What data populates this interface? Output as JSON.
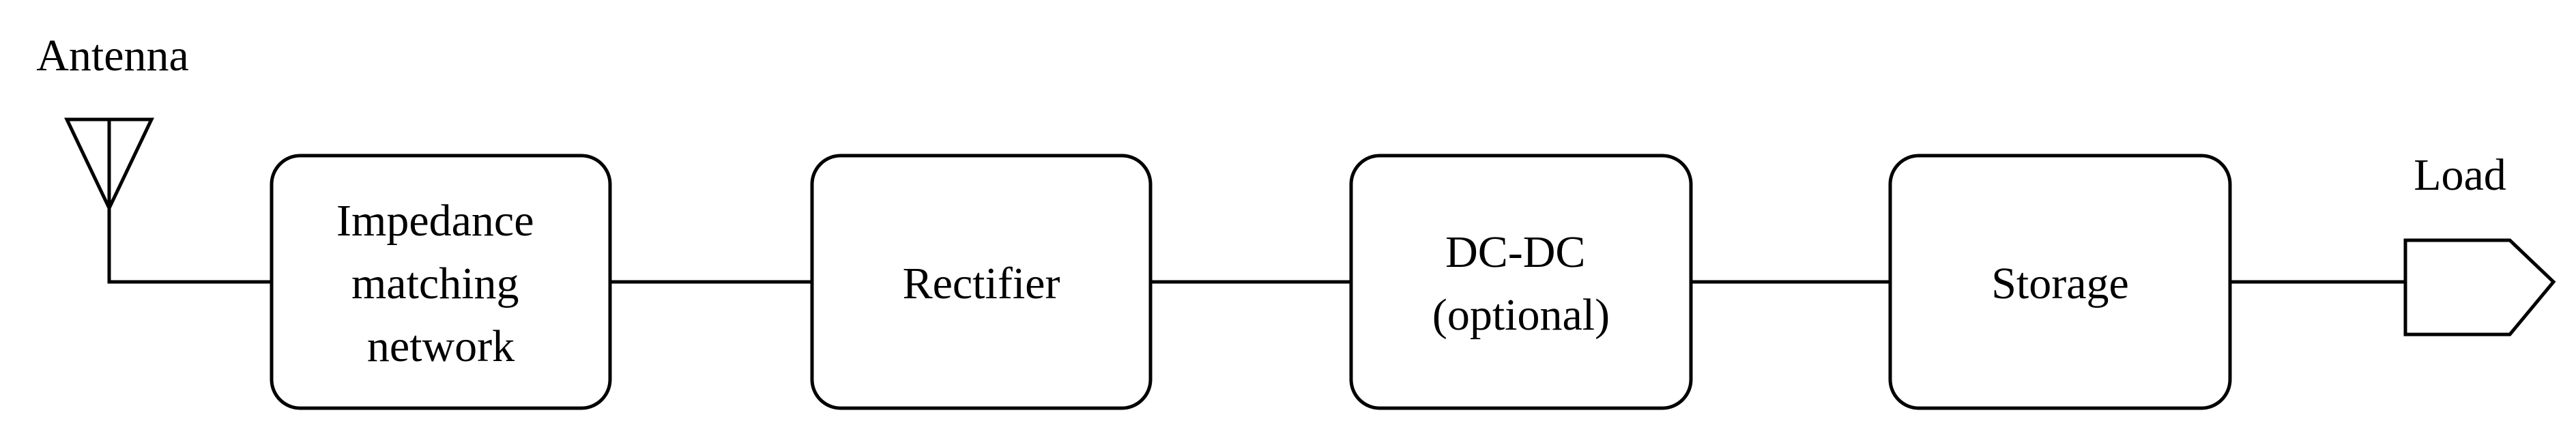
{
  "diagram": {
    "antenna_label": "Antenna",
    "load_label": "Load",
    "blocks": [
      {
        "id": "impedance",
        "lines": [
          "Impedance",
          "matching",
          "network"
        ]
      },
      {
        "id": "rectifier",
        "lines": [
          "Rectifier"
        ]
      },
      {
        "id": "dcdc",
        "lines": [
          "DC-DC",
          "(optional)"
        ]
      },
      {
        "id": "storage",
        "lines": [
          "Storage"
        ]
      }
    ]
  }
}
